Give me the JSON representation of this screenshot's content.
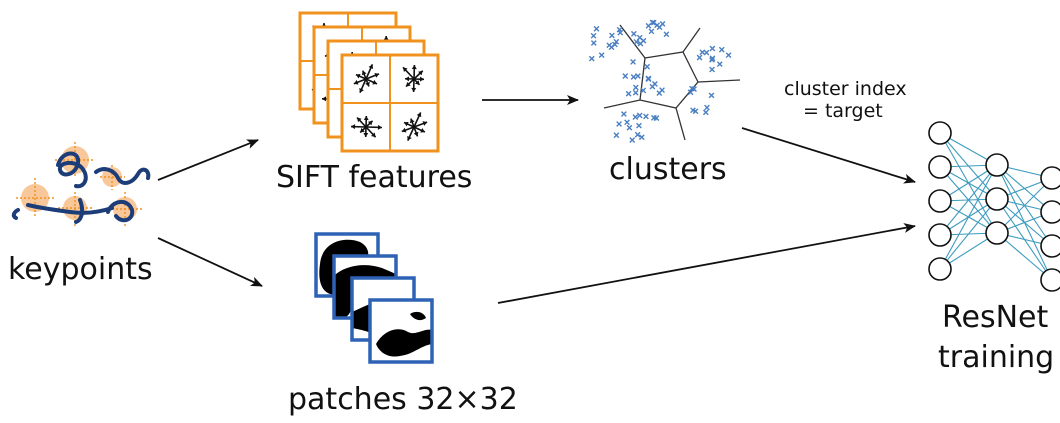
{
  "labels": {
    "keypoints": "keypoints",
    "sift": "SIFT features",
    "clusters": "clusters",
    "patches": "patches 32×32",
    "cluster_index_line1": "cluster index",
    "cluster_index_line2": "= target",
    "resnet_line1": "ResNet",
    "resnet_line2": "training"
  },
  "colors": {
    "sift_frame": "#F0921E",
    "patch_frame": "#2E62B5",
    "cluster_marks": "#4A7FC1",
    "keypoint_circle": "#F5B57A",
    "network_edges": "#3E9CBF",
    "arrows": "#111111"
  },
  "network": {
    "layers": [
      5,
      3,
      4
    ]
  }
}
